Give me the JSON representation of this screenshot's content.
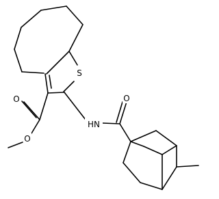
{
  "atoms": {
    "sulfur": "S",
    "ester_carbonyl_o": "O",
    "ester_ether_o": "O",
    "amide_n": "HN",
    "amide_carbonyl_o": "O"
  },
  "colors": {
    "bond": "#000000",
    "label": "#000000",
    "background": "#ffffff"
  }
}
